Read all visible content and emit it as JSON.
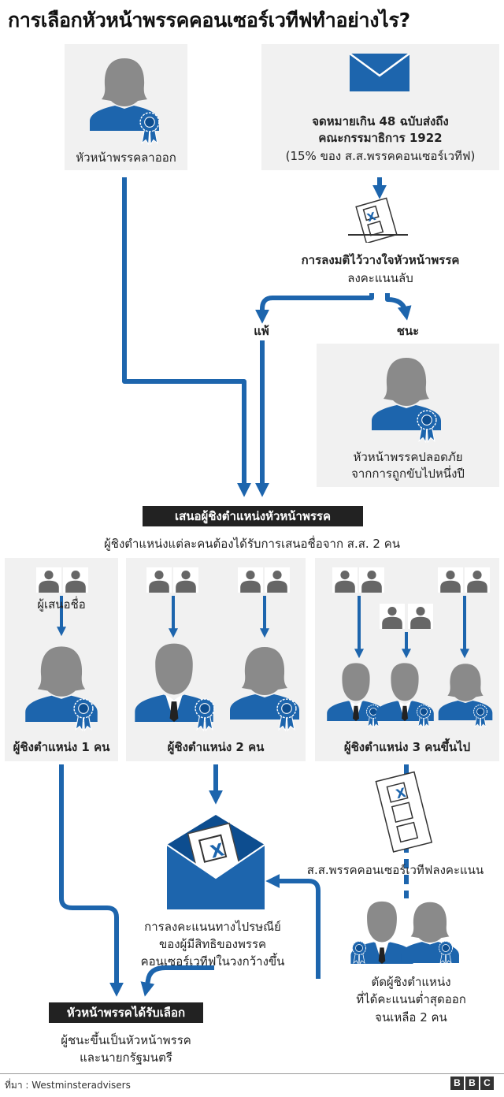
{
  "title": "การเลือกหัวหน้าพรรคคอนเซอร์เวทีฟทำอย่างไร?",
  "colors": {
    "blue": "#1d65ad",
    "dark_blue": "#0d4d8f",
    "panel": "#f1f1f1",
    "figure_gray": "#8a8a8a",
    "label_bg": "#222222"
  },
  "resign": {
    "label": "หัวหน้าพรรคลาออก"
  },
  "letters": {
    "line1": "จดหมายเกิน 48 ฉบับส่งถึง",
    "line2": "คณะกรรมาธิการ 1922",
    "line3": "(15% ของ ส.ส.พรรคคอนเซอร์เวทีฟ)"
  },
  "confidence": {
    "line1": "การลงมติไว้วางใจหัวหน้าพรรค",
    "line2": "ลงคะแนนลับ",
    "lose": "แพ้",
    "win": "ชนะ"
  },
  "safe": {
    "line1": "หัวหน้าพรรคปลอดภัย",
    "line2": "จากการถูกขับไปหนึ่งปี"
  },
  "nomination": {
    "label": "เสนอผู้ชิงตำแหน่งหัวหน้าพรรค",
    "subtitle": "ผู้ชิงตำแหน่งแต่ละคนต้องได้รับการเสนอชื่อจาก ส.ส. 2 คน"
  },
  "panels": {
    "one": {
      "proposer": "ผู้เสนอชื่อ",
      "label": "ผู้ชิงตำแหน่ง 1 คน"
    },
    "two": {
      "label": "ผู้ชิงตำแหน่ง 2 คน"
    },
    "three": {
      "label": "ผู้ชิงตำแหน่ง 3 คนขึ้นไป"
    }
  },
  "mp_vote": {
    "label": "ส.ส.พรรคคอนเซอร์เวทีฟลงคะแนน"
  },
  "eliminate": {
    "line1": "ตัดผู้ชิงตำแหน่ง",
    "line2": "ที่ได้คะแนนต่ำสุดออก",
    "line3": "จนเหลือ 2 คน"
  },
  "postal": {
    "line1": "การลงคะแนนทางไปรษณีย์",
    "line2": "ของผู้มีสิทธิของพรรค",
    "line3": "คอนเซอร์เวทีฟในวงกว้างขึ้น"
  },
  "elected": {
    "label": "หัวหน้าพรรคได้รับเลือก",
    "line1": "ผู้ชนะขึ้นเป็นหัวหน้าพรรค",
    "line2": "และนายกรัฐมนตรี"
  },
  "ballot_mark": "X",
  "source": "ที่มา : Westminsteradvisers",
  "logo": {
    "b1": "B",
    "b2": "B",
    "c": "C"
  }
}
